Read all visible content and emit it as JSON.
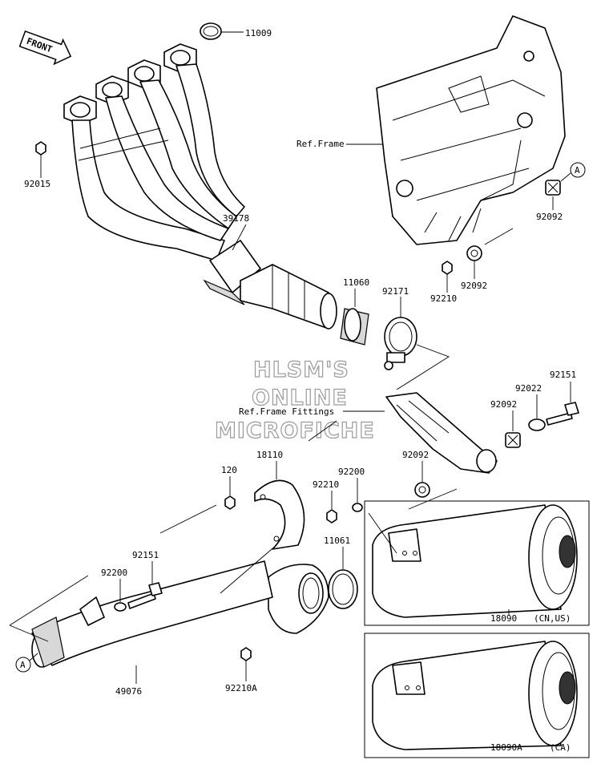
{
  "watermark": [
    "HLSM'S",
    "ONLINE",
    "MICROFICHE"
  ],
  "front_arrow": "FRONT",
  "ref_labels": {
    "frame": "Ref.Frame",
    "frame_fittings": "Ref.Frame Fittings"
  },
  "callout_letter": "A",
  "parts": {
    "p11009": "11009",
    "p92015": "92015",
    "p39178": "39178",
    "p11060": "11060",
    "p92171": "92171",
    "p92092_a": "92092",
    "p92092_b": "92092",
    "p92210_a": "92210",
    "p92151_a": "92151",
    "p92022": "92022",
    "p92092_c": "92092",
    "p92092_d": "92092",
    "p18110": "18110",
    "p120": "120",
    "p92200_a": "92200",
    "p92210_b": "92210",
    "p11061": "11061",
    "p92151_b": "92151",
    "p92200_b": "92200",
    "p49076": "49076",
    "p92210A": "92210A",
    "p18090": "18090",
    "p18090_note": "(CN,US)",
    "p18090A": "18090A",
    "p18090A_note": "(CA)"
  }
}
